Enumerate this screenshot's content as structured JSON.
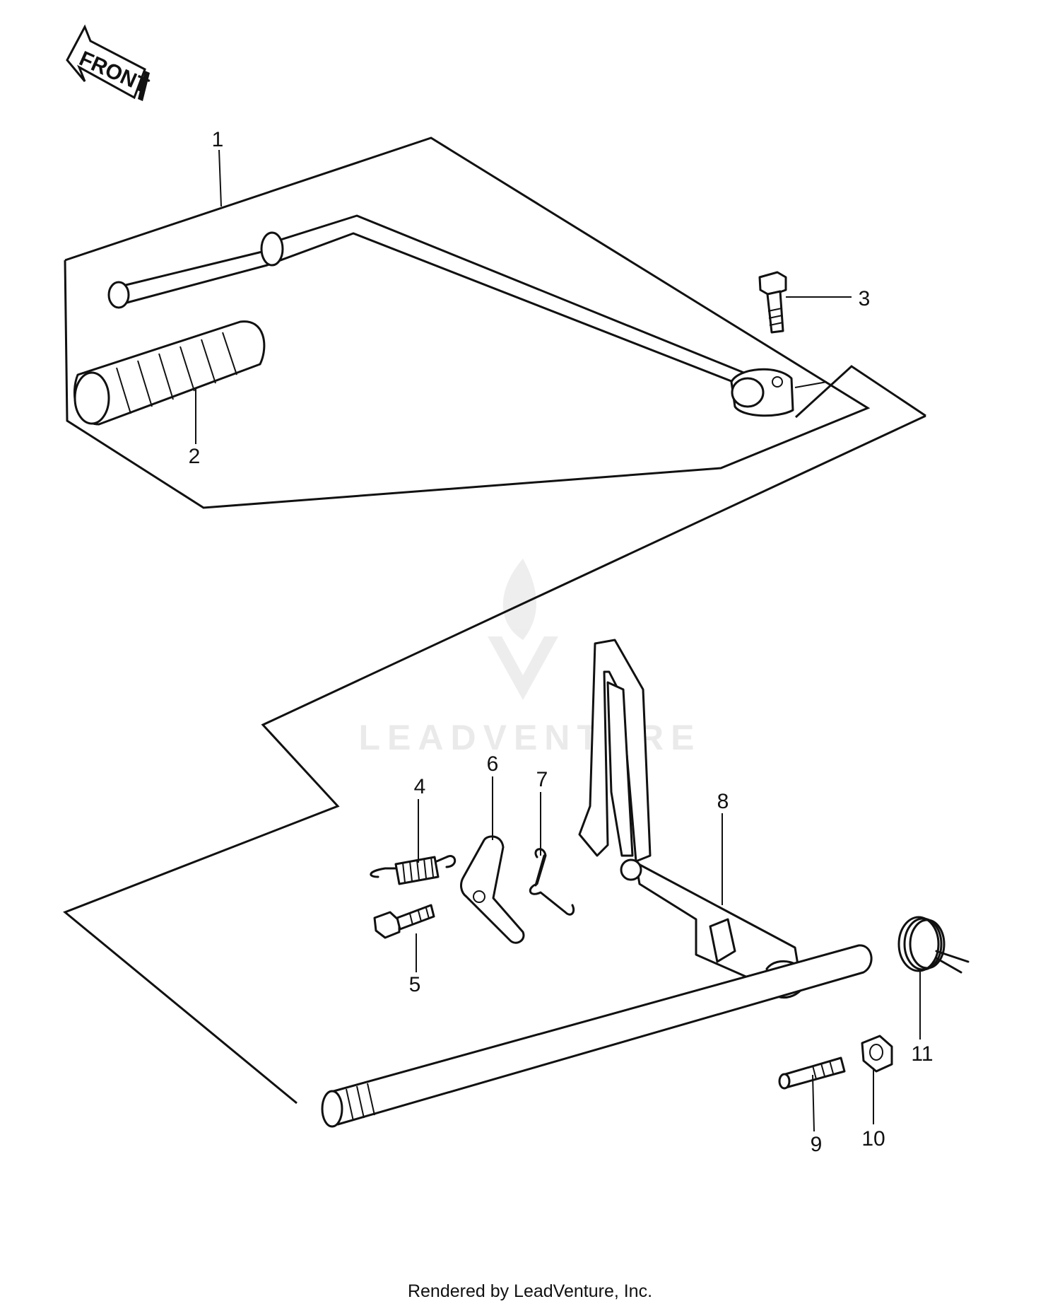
{
  "diagram": {
    "front_marker": "FRONT",
    "watermark": "LEADVENTURE",
    "callouts": [
      "1",
      "2",
      "3",
      "4",
      "5",
      "6",
      "7",
      "8",
      "9",
      "10",
      "11"
    ]
  },
  "footer": "Rendered by LeadVenture, Inc."
}
